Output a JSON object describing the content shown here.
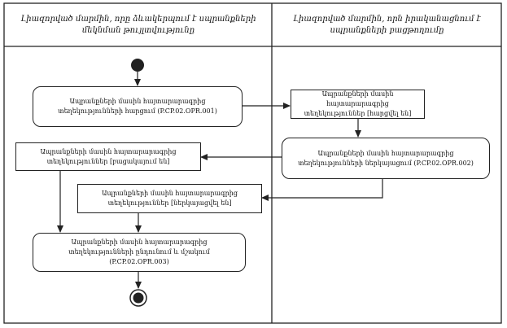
{
  "lanes": [
    {
      "title_line1": "Լիազորված մարմին, որը ձևակերպում է սպրանքների",
      "title_line2": "մեկնման թույլտվությունը"
    },
    {
      "title_line1": "Լիազորված մարմին, որն իրականացնում է",
      "title_line2": "սպրանքների բացթողումը"
    }
  ],
  "nodes": {
    "request": {
      "line1": "Ապրանքների մասին հայտարարագրից",
      "line2": "տեղեկությունների հարցում (P.CP.02.OPR.001)"
    },
    "requested": {
      "line1": "Ապրանքների մասին հայտարարագրից",
      "line2": "տեղեկություններ [հարցվել են]"
    },
    "provide": {
      "line1": "Ապրանքների մասին հայտարարագրից",
      "line2": "տեղեկությունների ներկայացում (P.CP.02.OPR.002)"
    },
    "received": {
      "line1": "Ապրանքների մասին հայտարարագրից",
      "line2": "տեղեկություններ [բացակայում են]"
    },
    "provided": {
      "line1": "Ապրանքների մասին հայտարարագրից",
      "line2": "տեղեկություններ [ներկայացվել են]"
    },
    "process": {
      "line1": "Ապրանքների մասին հայտարարագրից",
      "line2": "տեղեկությունների ընդունում և մշակում (P.CP.02.OPR.003)"
    }
  }
}
